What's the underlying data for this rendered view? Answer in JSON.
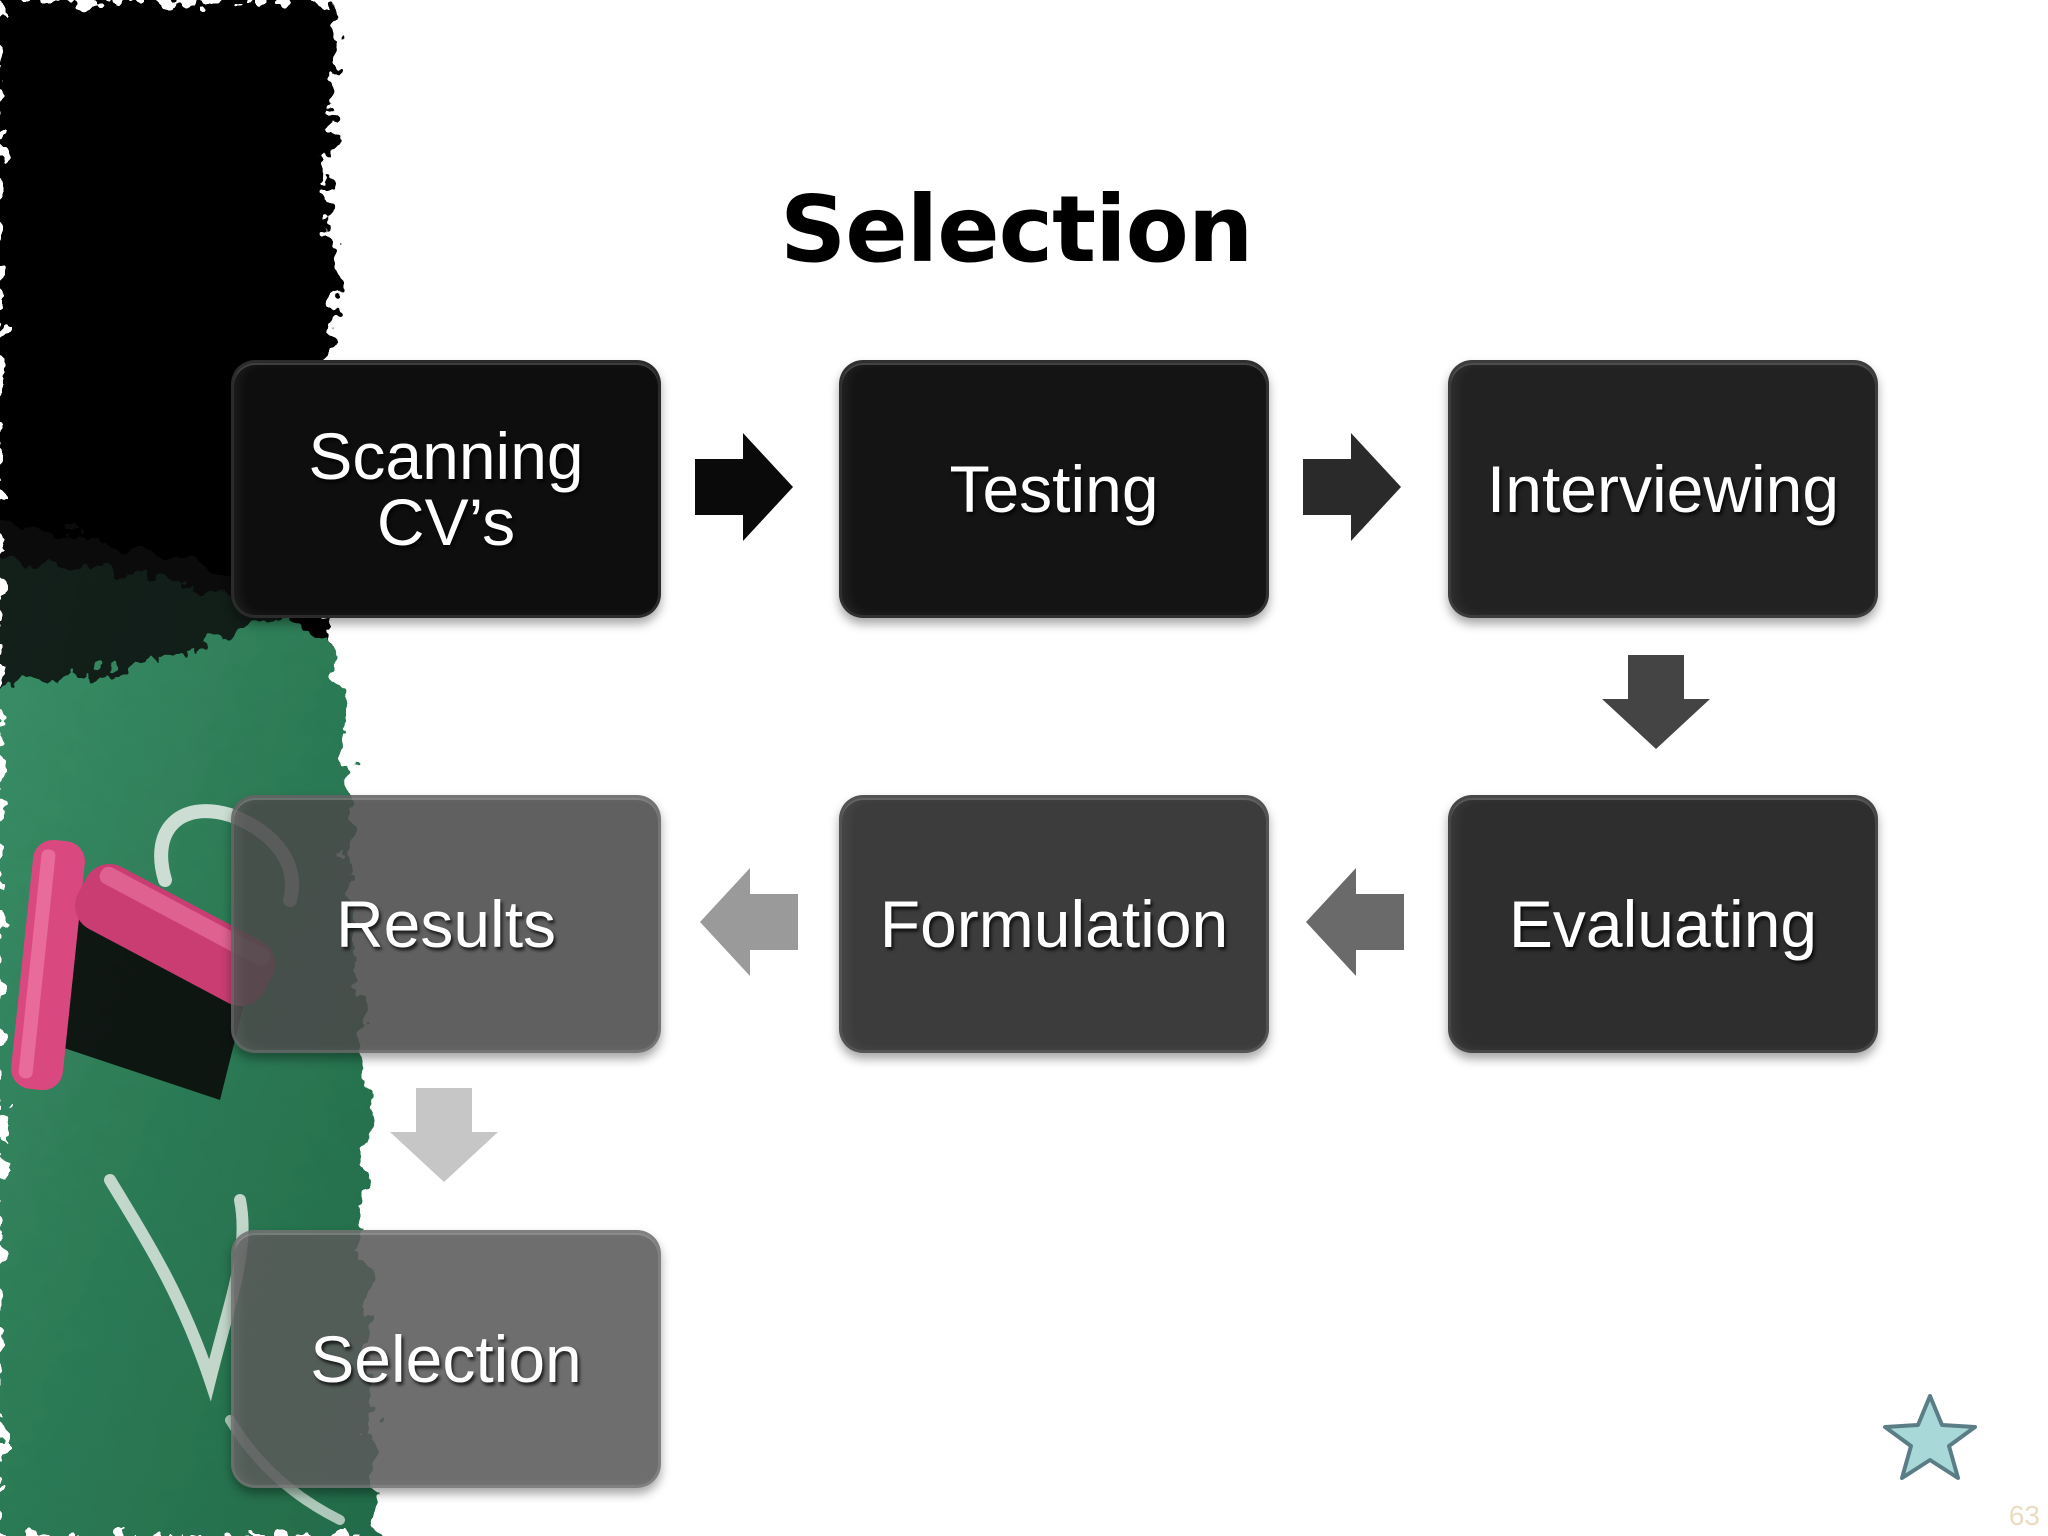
{
  "slide": {
    "title": "Selection",
    "page_number": "63"
  },
  "steps": [
    {
      "label": "Scanning\nCV’s"
    },
    {
      "label": "Testing"
    },
    {
      "label": "Interviewing"
    },
    {
      "label": "Evaluating"
    },
    {
      "label": "Formulation"
    },
    {
      "label": "Results"
    },
    {
      "label": "Selection"
    }
  ],
  "colors": {
    "background": "#ffffff",
    "chalkboard_green": "#2f7f5b",
    "chalk_pink": "#d9487f",
    "star_fill": "#a8d8d8",
    "star_stroke": "#5a7d86"
  }
}
